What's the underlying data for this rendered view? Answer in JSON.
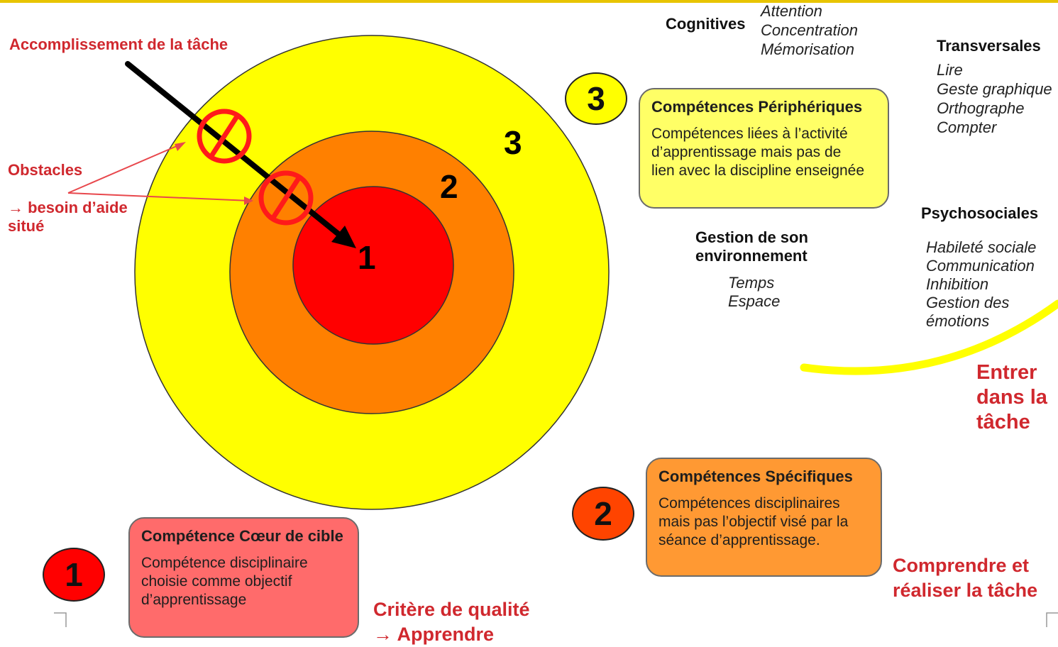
{
  "colors": {
    "top_border": "#e8c400",
    "yellow": "#ffff00",
    "orange": "#ff8000",
    "red": "#ff0000",
    "label_red": "#d0282e",
    "box_peripheral": "#ffff66",
    "box_specific": "#ff9933",
    "box_core": "#ff6b6b",
    "curve_yellow": "#ffff00"
  },
  "task_label": "Accomplissement de la tâche",
  "obstacles": {
    "title": "Obstacles",
    "help_line1": "→ besoin d’aide",
    "help_line2": "situé",
    "icon": "no-entry-icon"
  },
  "target": {
    "ring_outer_number": "3",
    "ring_middle_number": "2",
    "ring_inner_number": "1"
  },
  "cognitives": {
    "title": "Cognitives",
    "items": [
      "Attention",
      "Concentration",
      "Mémorisation"
    ]
  },
  "transversales": {
    "title": "Transversales",
    "items": [
      "Lire",
      "Geste graphique",
      "Orthographe",
      "Compter"
    ]
  },
  "psychosociales": {
    "title": "Psychosociales",
    "items": [
      "Habileté sociale",
      "Communication",
      "Inhibition",
      "Gestion des",
      "émotions"
    ]
  },
  "gestion": {
    "title_line1": "Gestion de son",
    "title_line2": "environnement",
    "items": [
      "Temps",
      "Espace"
    ]
  },
  "peripheral": {
    "badge": "3",
    "title": "Compétences Périphériques",
    "description": "Compétences liées à l’activité\nd’apprentissage mais pas de\nlien avec la discipline enseignée"
  },
  "specific": {
    "badge": "2",
    "title": "Compétences Spécifiques",
    "description": "Compétences disciplinaires\nmais pas l’objectif visé par la\nséance d’apprentissage."
  },
  "core": {
    "badge": "1",
    "title": "Compétence Cœur de cible",
    "description": "Compétence disciplinaire\nchoisie comme objectif\nd’apprentissage"
  },
  "labels": {
    "enter_line1": "Entrer",
    "enter_line2": "dans la",
    "enter_line3": "tâche",
    "understand_line1": "Comprendre et",
    "understand_line2": "réaliser la tâche",
    "quality_line1": "Critère de qualité",
    "quality_line2": "→ Apprendre"
  }
}
